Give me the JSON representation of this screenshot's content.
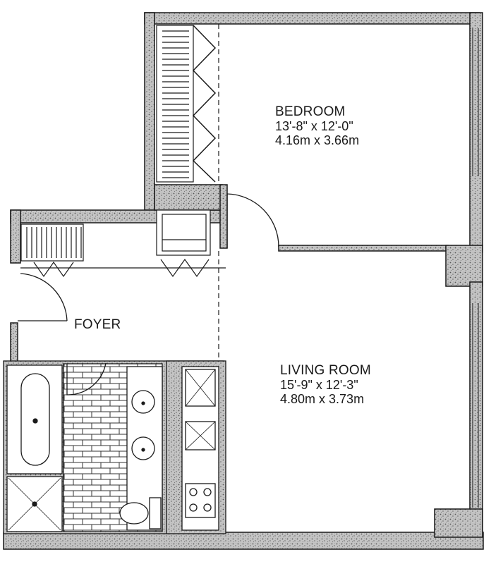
{
  "rooms": {
    "bedroom": {
      "name": "BEDROOM",
      "dim_imperial": "13'-8\" x 12'-0\"",
      "dim_metric": "4.16m x 3.66m"
    },
    "living": {
      "name": "LIVING ROOM",
      "dim_imperial": "15'-9\" x 12'-3\"",
      "dim_metric": "4.80m x 3.73m"
    },
    "foyer": {
      "name": "FOYER"
    }
  },
  "colors": {
    "line": "#1a1a1a",
    "wall_fill": "#bdbdbd",
    "background": "#ffffff"
  }
}
